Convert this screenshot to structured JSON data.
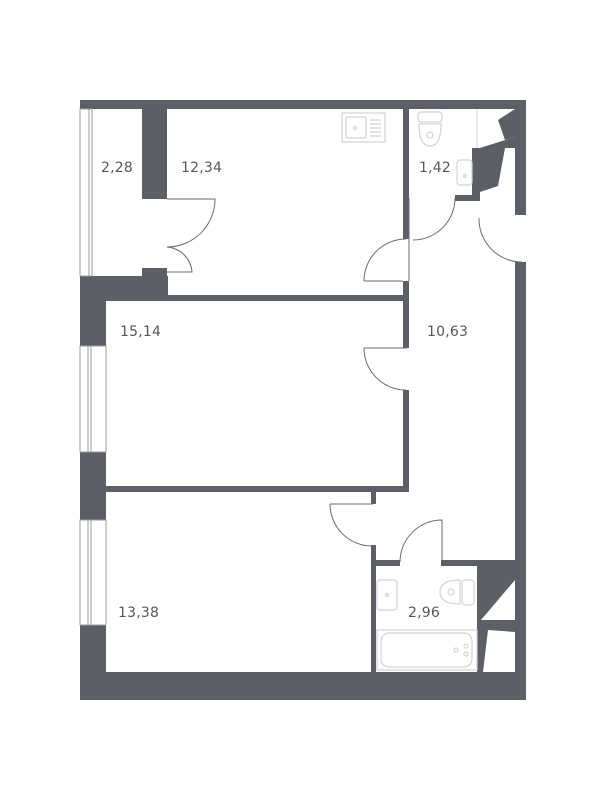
{
  "floor_plan": {
    "colors": {
      "wall": "#5d5f66",
      "fixture": "#d2d2d4",
      "background": "#ffffff",
      "label": "#55575d"
    },
    "rooms": [
      {
        "id": "balcony",
        "area": "2,28"
      },
      {
        "id": "kitchen",
        "area": "12,34"
      },
      {
        "id": "wc",
        "area": "1,42"
      },
      {
        "id": "bedroom",
        "area": "15,14"
      },
      {
        "id": "hall",
        "area": "10,63"
      },
      {
        "id": "living",
        "area": "13,38"
      },
      {
        "id": "bathroom",
        "area": "2,96"
      }
    ],
    "fixtures": [
      "kitchen-sink-icon",
      "toilet-icon",
      "washbasin-icon",
      "bathtub-icon"
    ]
  }
}
